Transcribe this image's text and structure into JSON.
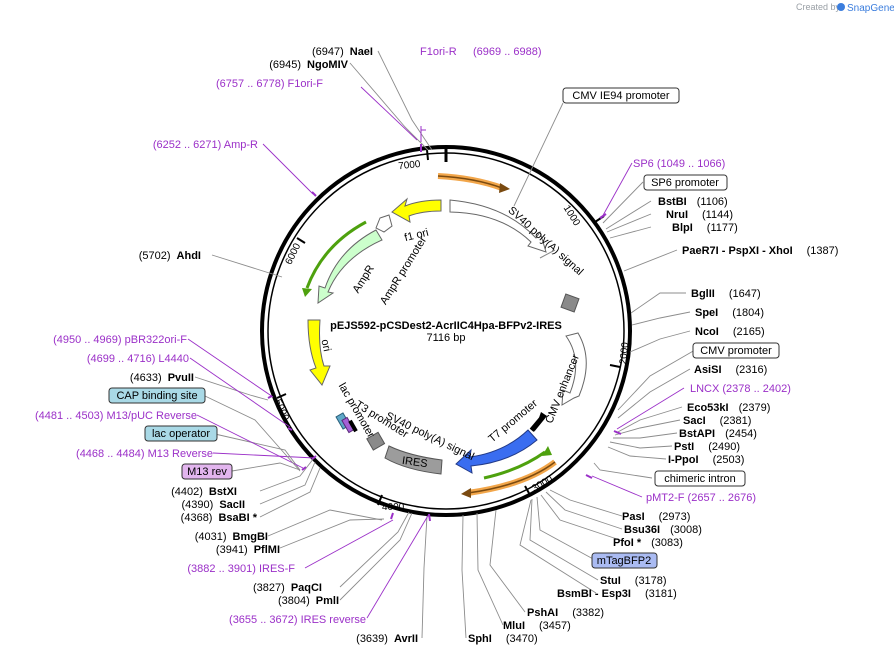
{
  "header": {
    "credit": "Created by",
    "brand": "SnapGene"
  },
  "plasmid": {
    "name": "pEJS592-pCSDest2-AcrIIC4Hpa-BFPv2-IRES",
    "size": "7116 bp"
  },
  "ticks": [
    "1000",
    "2000",
    "3000",
    "4000",
    "5000",
    "6000",
    "7000"
  ],
  "features": {
    "f1_ori": "f1 ori",
    "ampr": "AmpR",
    "ampr_promoter": "AmpR promoter",
    "sv40_polya_top": "SV40 poly(A) signal",
    "ori": "ori",
    "lac_promoter": "lac promoter",
    "t3_promoter": "T3 promoter",
    "sv40_polya_bottom": "SV40 poly(A) signal",
    "ires": "IRES",
    "t7_promoter": "T7 promoter",
    "cmv_enhancer": "CMV enhancer"
  },
  "left_labels": {
    "naei": {
      "pos": "(6947)",
      "name": "NaeI"
    },
    "ngomiv": {
      "pos": "(6945)",
      "name": "NgoMIV"
    },
    "f1ori_f": "(6757 .. 6778)  F1ori-F",
    "amp_r": "(6252 .. 6271)  Amp-R",
    "ahdi": {
      "pos": "(5702)",
      "name": "AhdI"
    },
    "pbr322ori_f": "(4950 .. 4969)  pBR322ori-F",
    "l4440": "(4699 .. 4716)  L4440",
    "pvuii": {
      "pos": "(4633)",
      "name": "PvuII"
    },
    "cap_site": "CAP binding site",
    "m13_puc_rev": "(4481 .. 4503)  M13/pUC Reverse",
    "lac_operator": "lac operator",
    "m13_reverse": "(4468 .. 4484)  M13 Reverse",
    "m13_rev": "M13 rev",
    "bstxi": {
      "pos": "(4402)",
      "name": "BstXI"
    },
    "sacii": {
      "pos": "(4390)",
      "name": "SacII"
    },
    "bsabi": {
      "pos": "(4368)",
      "name": "BsaBI *"
    },
    "bmgbi": {
      "pos": "(4031)",
      "name": "BmgBI"
    },
    "pflmi": {
      "pos": "(3941)",
      "name": "PflMI"
    },
    "ires_f": "(3882 .. 3901)  IRES-F",
    "paqci": {
      "pos": "(3827)",
      "name": "PaqCI"
    },
    "pmli": {
      "pos": "(3804)",
      "name": "PmlI"
    },
    "ires_reverse": "(3655 .. 3672)  IRES reverse",
    "avrii": {
      "pos": "(3639)",
      "name": "AvrII"
    }
  },
  "top_labels": {
    "f1ori_r_name": "F1ori-R",
    "f1ori_r_range": "(6969 .. 6988)"
  },
  "right_labels": {
    "cmv_ie94": "CMV IE94 promoter",
    "sp6": "SP6   (1049 .. 1066)",
    "sp6_promoter": "SP6 promoter",
    "bstbi": {
      "name": "BstBI",
      "pos": "(1106)"
    },
    "nrui": {
      "name": "NruI",
      "pos": "(1144)"
    },
    "blpi": {
      "name": "BlpI",
      "pos": "(1177)"
    },
    "xhoi_group": {
      "name": "PaeR7I  - PspXI  - XhoI",
      "pos": "(1387)"
    },
    "bglii": {
      "name": "BglII",
      "pos": "(1647)"
    },
    "spei": {
      "name": "SpeI",
      "pos": "(1804)"
    },
    "ncoi": {
      "name": "NcoI",
      "pos": "(2165)"
    },
    "cmv_promoter": "CMV promoter",
    "asisi": {
      "name": "AsiSI",
      "pos": "(2316)"
    },
    "lncx": "LNCX   (2378 .. 2402)",
    "eco53ki": {
      "name": "Eco53kI",
      "pos": "(2379)"
    },
    "saci": {
      "name": "SacI",
      "pos": "(2381)"
    },
    "bstapi": {
      "name": "BstAPI",
      "pos": "(2454)"
    },
    "psti": {
      "name": "PstI",
      "pos": "(2490)"
    },
    "ippoi": {
      "name": "I-PpoI",
      "pos": "(2503)"
    },
    "chimeric_intron": "chimeric intron",
    "pmt2_f": "pMT2-F   (2657 .. 2676)",
    "pasi": {
      "name": "PasI",
      "pos": "(2973)"
    },
    "bsu36i": {
      "name": "Bsu36I",
      "pos": "(3008)"
    },
    "pfoi": {
      "name": "PfoI *",
      "pos": "(3083)"
    },
    "mtagbfp2": "mTagBFP2",
    "stui": {
      "name": "StuI",
      "pos": "(3178)"
    },
    "esp3i": {
      "name": "BsmBI  - Esp3I",
      "pos": "(3181)"
    },
    "pshai": {
      "name": "PshAI",
      "pos": "(3382)"
    },
    "mlui": {
      "name": "MluI",
      "pos": "(3457)"
    },
    "sphi": {
      "name": "SphI",
      "pos": "(3470)"
    }
  }
}
